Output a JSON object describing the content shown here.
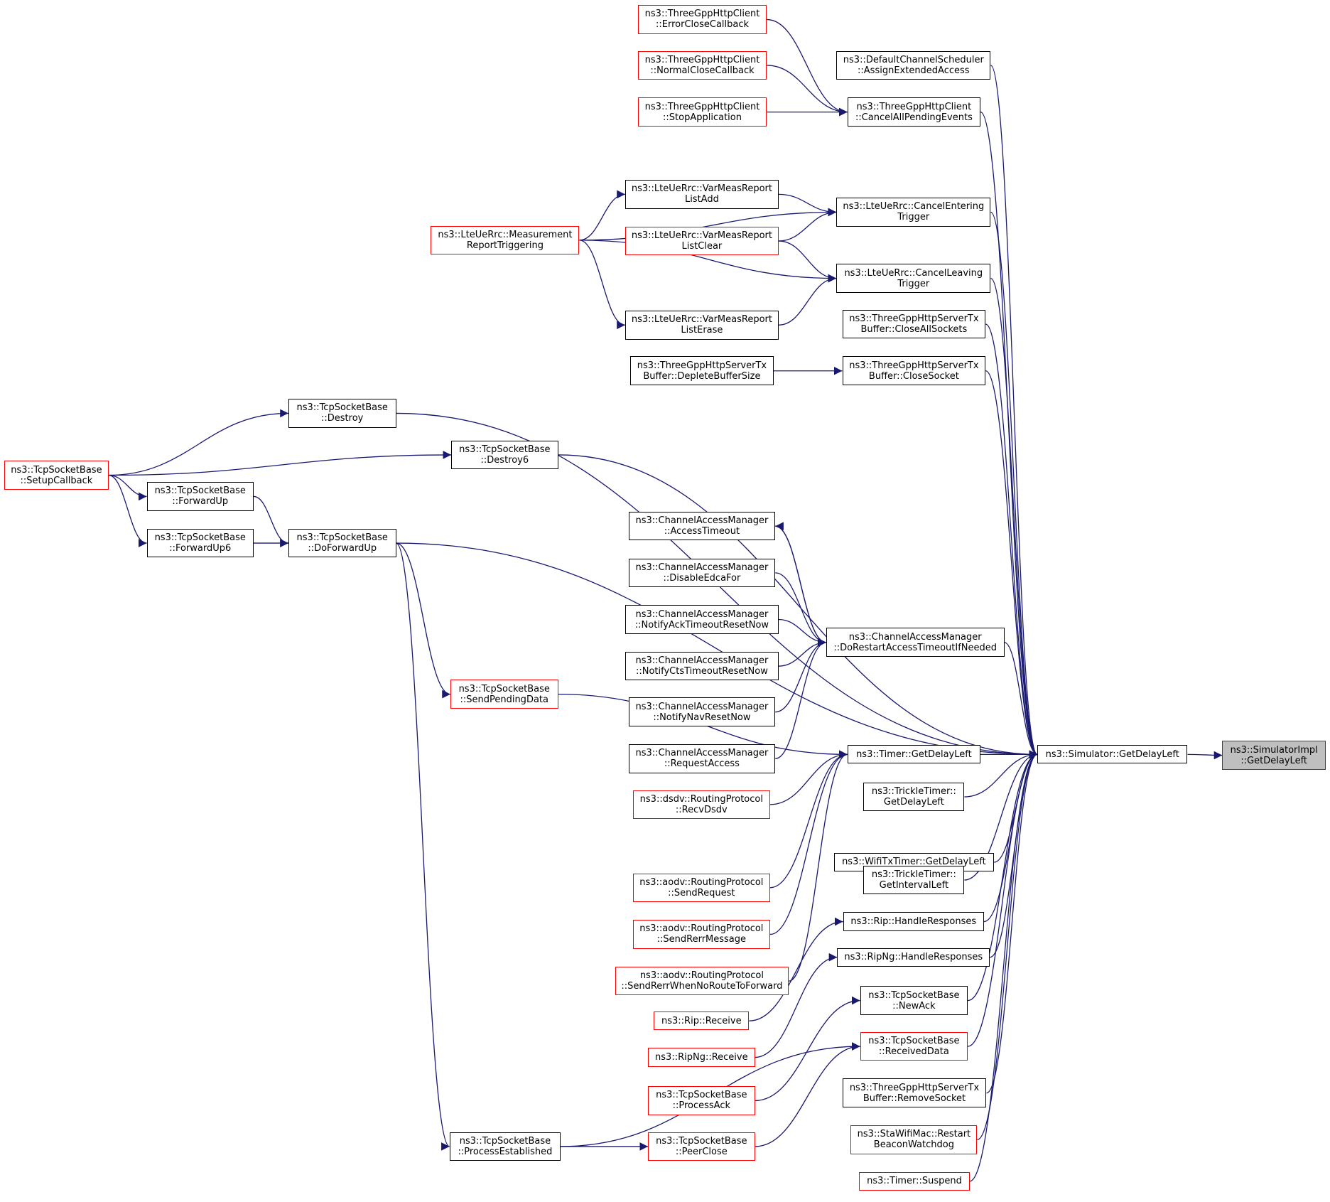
{
  "colors": {
    "edge": "#191970",
    "node_border": "#000000",
    "incomplete_border": "#ff0000",
    "root_fill": "#bfbfbf"
  },
  "nodes": {
    "root": "ns3::SimulatorImpl\n::GetDelayLeft",
    "sim_getdelay": "ns3::Simulator::GetDelayLeft",
    "err_close": "ns3::ThreeGppHttpClient\n::ErrorCloseCallback",
    "normal_close": "ns3::ThreeGppHttpClient\n::NormalCloseCallback",
    "stop_app": "ns3::ThreeGppHttpClient\n::StopApplication",
    "cancel_all": "ns3::ThreeGppHttpClient\n::CancelAllPendingEvents",
    "assign_ext": "ns3::DefaultChannelScheduler\n::AssignExtendedAccess",
    "meas_trig": "ns3::LteUeRrc::Measurement\nReportTriggering",
    "var_add": "ns3::LteUeRrc::VarMeasReport\nListAdd",
    "var_clear": "ns3::LteUeRrc::VarMeasReport\nListClear",
    "var_erase": "ns3::LteUeRrc::VarMeasReport\nListErase",
    "cancel_enter": "ns3::LteUeRrc::CancelEntering\nTrigger",
    "cancel_leave": "ns3::LteUeRrc::CancelLeaving\nTrigger",
    "close_all_sockets": "ns3::ThreeGppHttpServerTx\nBuffer::CloseAllSockets",
    "deplete": "ns3::ThreeGppHttpServerTx\nBuffer::DepleteBufferSize",
    "close_socket": "ns3::ThreeGppHttpServerTx\nBuffer::CloseSocket",
    "destroy": "ns3::TcpSocketBase\n::Destroy",
    "destroy6": "ns3::TcpSocketBase\n::Destroy6",
    "setup_cb": "ns3::TcpSocketBase\n::SetupCallback",
    "fwd_up": "ns3::TcpSocketBase\n::ForwardUp",
    "fwd_up6": "ns3::TcpSocketBase\n::ForwardUp6",
    "do_fwd_up": "ns3::TcpSocketBase\n::DoForwardUp",
    "access_timeout": "ns3::ChannelAccessManager\n::AccessTimeout",
    "disable_edca": "ns3::ChannelAccessManager\n::DisableEdcaFor",
    "ack_reset": "ns3::ChannelAccessManager\n::NotifyAckTimeoutResetNow",
    "cts_reset": "ns3::ChannelAccessManager\n::NotifyCtsTimeoutResetNow",
    "nav_reset": "ns3::ChannelAccessManager\n::NotifyNavResetNow",
    "req_access": "ns3::ChannelAccessManager\n::RequestAccess",
    "do_restart": "ns3::ChannelAccessManager\n::DoRestartAccessTimeoutIfNeeded",
    "send_pending": "ns3::TcpSocketBase\n::SendPendingData",
    "timer_getdelay": "ns3::Timer::GetDelayLeft",
    "dsdv_recv": "ns3::dsdv::RoutingProtocol\n::RecvDsdv",
    "trickle_delay": "ns3::TrickleTimer::\nGetDelayLeft",
    "wifi_tx_timer": "ns3::WifiTxTimer::GetDelayLeft",
    "trickle_interval": "ns3::TrickleTimer::\nGetIntervalLeft",
    "aodv_send_req": "ns3::aodv::RoutingProtocol\n::SendRequest",
    "aodv_send_rerr": "ns3::aodv::RoutingProtocol\n::SendRerrMessage",
    "aodv_rerr_noroute": "ns3::aodv::RoutingProtocol\n::SendRerrWhenNoRouteToForward",
    "rip_handle": "ns3::Rip::HandleResponses",
    "ripng_handle": "ns3::RipNg::HandleResponses",
    "rip_recv": "ns3::Rip::Receive",
    "ripng_recv": "ns3::RipNg::Receive",
    "new_ack": "ns3::TcpSocketBase\n::NewAck",
    "received_data": "ns3::TcpSocketBase\n::ReceivedData",
    "process_ack": "ns3::TcpSocketBase\n::ProcessAck",
    "peer_close": "ns3::TcpSocketBase\n::PeerClose",
    "process_est": "ns3::TcpSocketBase\n::ProcessEstablished",
    "remove_socket": "ns3::ThreeGppHttpServerTx\nBuffer::RemoveSocket",
    "sta_restart": "ns3::StaWifiMac::Restart\nBeaconWatchdog",
    "timer_suspend": "ns3::Timer::Suspend"
  },
  "edges": [
    [
      "sim_getdelay",
      "root"
    ],
    [
      "cancel_all",
      "sim_getdelay"
    ],
    [
      "assign_ext",
      "sim_getdelay"
    ],
    [
      "cancel_enter",
      "sim_getdelay"
    ],
    [
      "cancel_leave",
      "sim_getdelay"
    ],
    [
      "close_all_sockets",
      "sim_getdelay"
    ],
    [
      "close_socket",
      "sim_getdelay"
    ],
    [
      "destroy",
      "sim_getdelay"
    ],
    [
      "destroy6",
      "sim_getdelay"
    ],
    [
      "do_fwd_up",
      "sim_getdelay"
    ],
    [
      "do_restart",
      "sim_getdelay"
    ],
    [
      "timer_getdelay",
      "sim_getdelay"
    ],
    [
      "trickle_delay",
      "sim_getdelay"
    ],
    [
      "wifi_tx_timer",
      "sim_getdelay"
    ],
    [
      "trickle_interval",
      "sim_getdelay"
    ],
    [
      "rip_handle",
      "sim_getdelay"
    ],
    [
      "ripng_handle",
      "sim_getdelay"
    ],
    [
      "new_ack",
      "sim_getdelay"
    ],
    [
      "received_data",
      "sim_getdelay"
    ],
    [
      "remove_socket",
      "sim_getdelay"
    ],
    [
      "sta_restart",
      "sim_getdelay"
    ],
    [
      "timer_suspend",
      "sim_getdelay"
    ],
    [
      "err_close",
      "cancel_all"
    ],
    [
      "normal_close",
      "cancel_all"
    ],
    [
      "stop_app",
      "cancel_all"
    ],
    [
      "meas_trig",
      "cancel_enter"
    ],
    [
      "var_add",
      "cancel_enter"
    ],
    [
      "var_clear",
      "cancel_enter"
    ],
    [
      "meas_trig",
      "cancel_leave"
    ],
    [
      "var_clear",
      "cancel_leave"
    ],
    [
      "var_erase",
      "cancel_leave"
    ],
    [
      "meas_trig",
      "var_add"
    ],
    [
      "meas_trig",
      "var_erase"
    ],
    [
      "deplete",
      "close_socket"
    ],
    [
      "setup_cb",
      "destroy"
    ],
    [
      "setup_cb",
      "destroy6"
    ],
    [
      "setup_cb",
      "fwd_up"
    ],
    [
      "setup_cb",
      "fwd_up6"
    ],
    [
      "fwd_up",
      "do_fwd_up"
    ],
    [
      "fwd_up6",
      "do_fwd_up"
    ],
    [
      "do_fwd_up",
      "send_pending"
    ],
    [
      "do_fwd_up",
      "process_est"
    ],
    [
      "access_timeout",
      "do_restart"
    ],
    [
      "do_restart",
      "access_timeout"
    ],
    [
      "disable_edca",
      "do_restart"
    ],
    [
      "ack_reset",
      "do_restart"
    ],
    [
      "cts_reset",
      "do_restart"
    ],
    [
      "nav_reset",
      "do_restart"
    ],
    [
      "req_access",
      "do_restart"
    ],
    [
      "dsdv_recv",
      "timer_getdelay"
    ],
    [
      "send_pending",
      "timer_getdelay"
    ],
    [
      "aodv_send_req",
      "timer_getdelay"
    ],
    [
      "aodv_send_rerr",
      "timer_getdelay"
    ],
    [
      "aodv_rerr_noroute",
      "timer_getdelay"
    ],
    [
      "rip_recv",
      "rip_handle"
    ],
    [
      "ripng_recv",
      "ripng_handle"
    ],
    [
      "process_ack",
      "new_ack"
    ],
    [
      "peer_close",
      "received_data"
    ],
    [
      "process_est",
      "received_data"
    ],
    [
      "process_est",
      "peer_close"
    ]
  ]
}
